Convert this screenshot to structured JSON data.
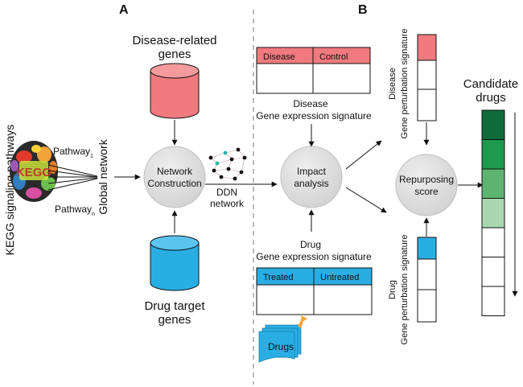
{
  "panels": {
    "a": "A",
    "b": "B"
  },
  "kegg": {
    "vertical_label": "KEGG signaling pathways",
    "logo_text": "KEGG",
    "pathway_1": {
      "base": "Pathway",
      "sub": "1"
    },
    "pathway_n": {
      "base": "Pathway",
      "sub": "n"
    },
    "global_network": "Global network"
  },
  "disease_genes": {
    "line1": "Disease-related",
    "line2": "genes"
  },
  "drug_target_genes": {
    "line1": "Drug target",
    "line2": "genes"
  },
  "network_construction": {
    "line1": "Network",
    "line2": "Construction"
  },
  "ddn": {
    "line1": "DDN",
    "line2": "network"
  },
  "impact_analysis": {
    "line1": "Impact",
    "line2": "analysis"
  },
  "disease_table": {
    "col1": "Disease",
    "col2": "Control",
    "caption1": "Disease",
    "caption2": "Gene expression signature"
  },
  "drug_table": {
    "col1": "Treated",
    "col2": "Untreated",
    "caption1": "Drug",
    "caption2": "Gene expression signature"
  },
  "drugs_stack": {
    "label": "Drugs"
  },
  "disease_perturbation": {
    "line1": "Disease",
    "line2": "Gene perturbation  signature"
  },
  "drug_perturbation": {
    "line1": "Drug",
    "line2": "Gene perturbation  signature"
  },
  "repurposing": {
    "line1": "Repurposing",
    "line2": "score"
  },
  "candidate": {
    "line1": "Candidate",
    "line2": "drugs",
    "ranking_colors": [
      "#0f6b3a",
      "#1f9a4c",
      "#5db46e",
      "#a9d8b0",
      "#ffffff",
      "#ffffff",
      "#ffffff"
    ]
  },
  "colors": {
    "disease_red": "#f07a7e",
    "drug_blue": "#29aee4",
    "node_gray": "#dadada"
  }
}
